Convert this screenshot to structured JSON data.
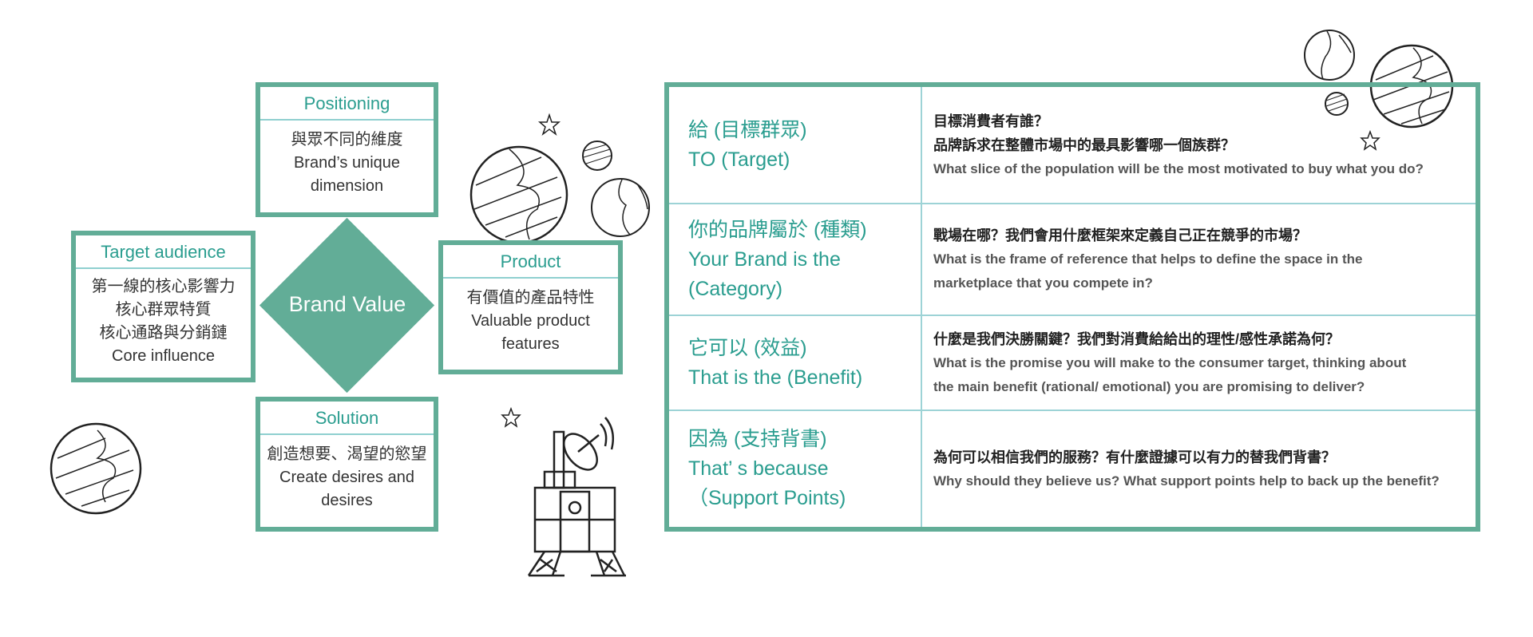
{
  "diagram": {
    "center": "Brand Value",
    "positioning": {
      "title": "Positioning",
      "lines": [
        "與眾不同的維度",
        "Brand’s unique",
        "dimension"
      ]
    },
    "target": {
      "title": "Target audience",
      "lines": [
        "第一線的核心影響力",
        "核心群眾特質",
        "核心通路與分銷鏈",
        "Core influence"
      ]
    },
    "product": {
      "title": "Product",
      "lines": [
        "有價值的產品特性",
        "Valuable product",
        "features"
      ]
    },
    "solution": {
      "title": "Solution",
      "lines": [
        "創造想要、渴望的慾望",
        "Create desires and",
        "desires"
      ]
    }
  },
  "table": {
    "rows": [
      {
        "label": [
          "給 (目標群眾)",
          "TO (Target)"
        ],
        "zh": [
          "目標消費者有誰？",
          "品牌訴求在整體市場中的最具影響哪一個族群？"
        ],
        "en": [
          "What slice of the population will be the most motivated to buy what you do?"
        ]
      },
      {
        "label": [
          "你的品牌屬於 (種類)",
          "Your Brand is the",
          "(Category)"
        ],
        "zh": [
          "戰場在哪？我們會用什麼框架來定義自己正在競爭的市場？"
        ],
        "en": [
          "What is the frame of reference that helps to define the space in the",
          "marketplace that you compete in?"
        ]
      },
      {
        "label": [
          "它可以 (效益)",
          "That is the (Benefit)"
        ],
        "zh": [
          "什麼是我們決勝關鍵？我們對消費給給出的理性/感性承諾為何？"
        ],
        "en": [
          "What is the promise you will make to the consumer target, thinking about",
          "the main benefit (rational/ emotional) you are promising to deliver?"
        ]
      },
      {
        "label": [
          "因為 (支持背書)",
          "That’ s because",
          "（Support Points)"
        ],
        "zh": [
          "為何可以相信我們的服務？有什麼證據可以有力的替我們背書？"
        ],
        "en": [
          "Why should they believe us? What support points help to back up the benefit?"
        ]
      }
    ]
  }
}
